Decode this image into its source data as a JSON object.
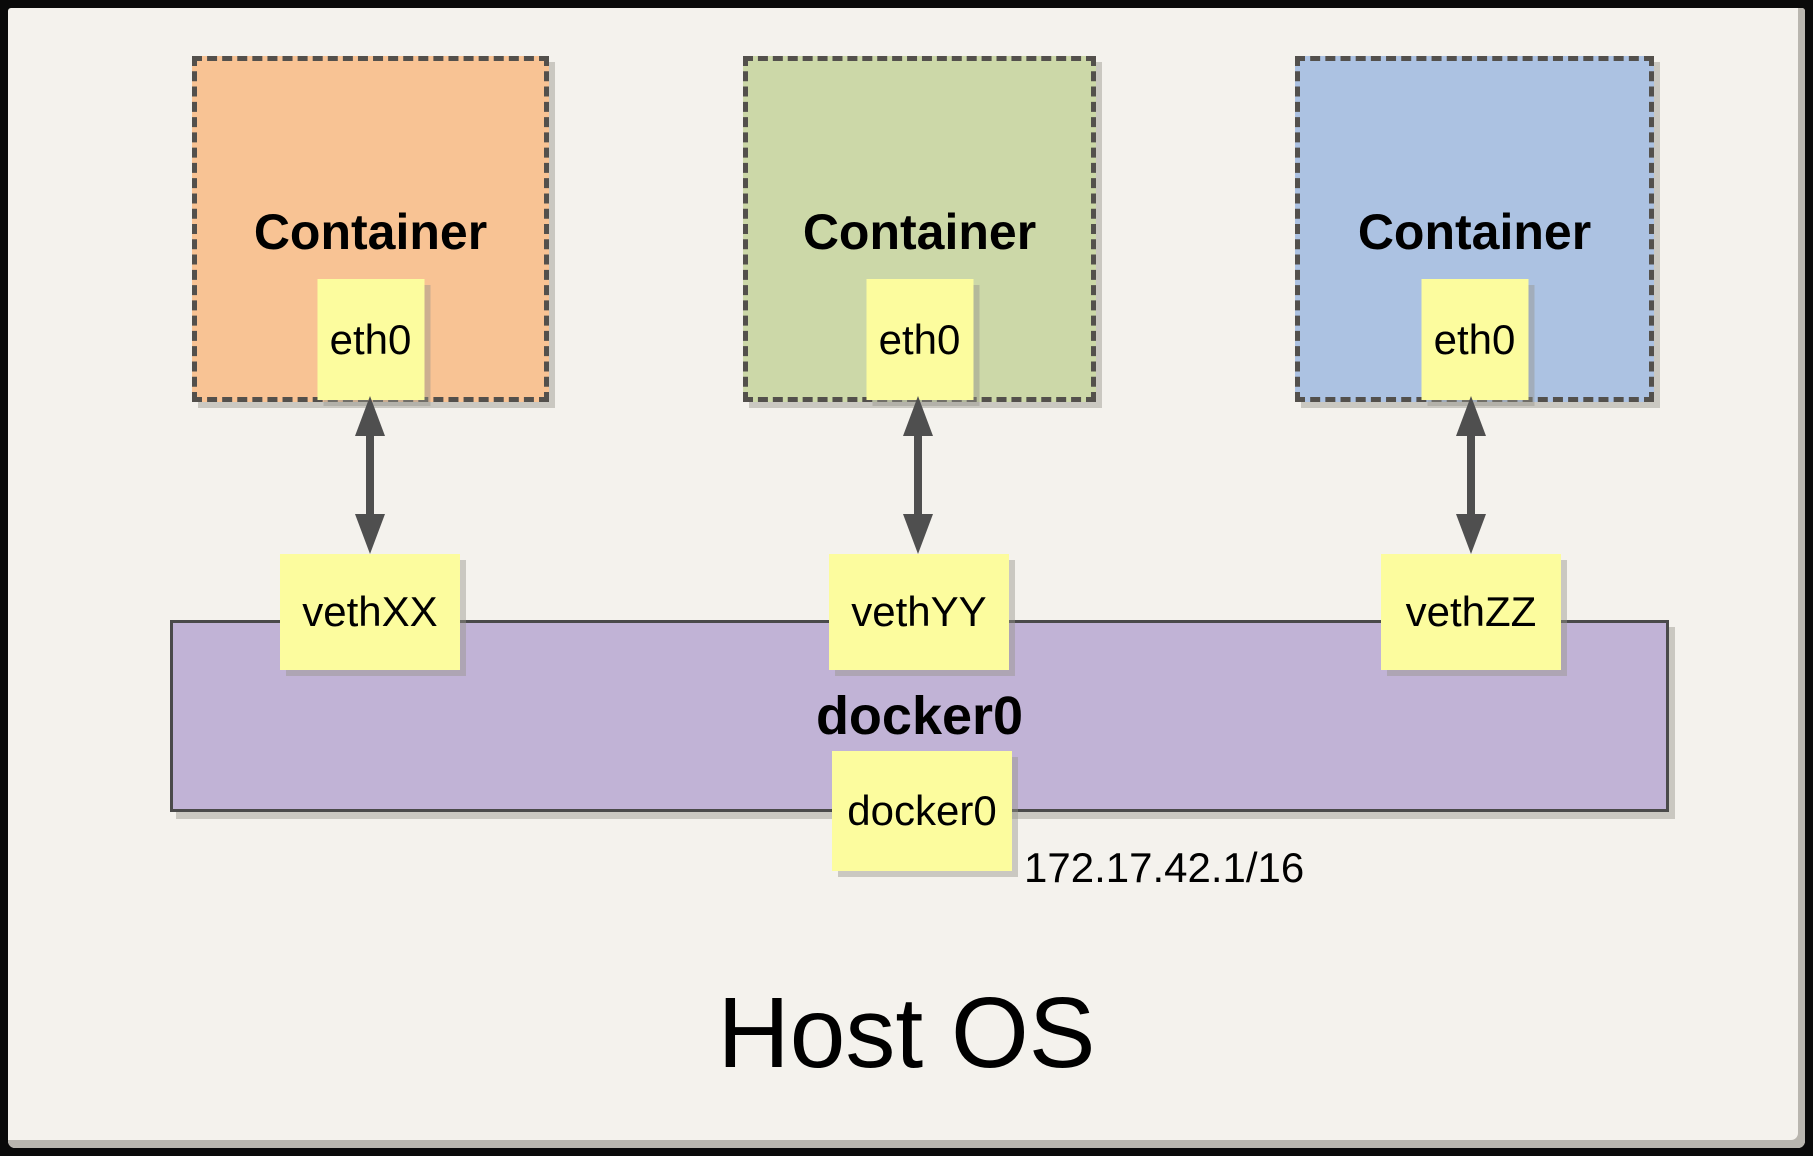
{
  "diagram": {
    "host_label": "Host OS",
    "containers": [
      {
        "title": "Container",
        "interface_label": "eth0",
        "veth_label": "vethXX",
        "fill": "#F8C394"
      },
      {
        "title": "Container",
        "interface_label": "eth0",
        "veth_label": "vethYY",
        "fill": "#CCD8A8"
      },
      {
        "title": "Container",
        "interface_label": "eth0",
        "veth_label": "vethZZ",
        "fill": "#ACC2E2"
      }
    ],
    "bridge": {
      "label": "docker0",
      "interface_label": "docker0",
      "ip": "172.17.42.1/16",
      "fill": "#C1B3D6"
    },
    "colors": {
      "note_fill": "#FCFC9E",
      "background": "#F4F2ED",
      "dashed_border": "#53504C",
      "bridge_border": "#4A4A4A",
      "arrow": "#4F4F4F"
    }
  }
}
